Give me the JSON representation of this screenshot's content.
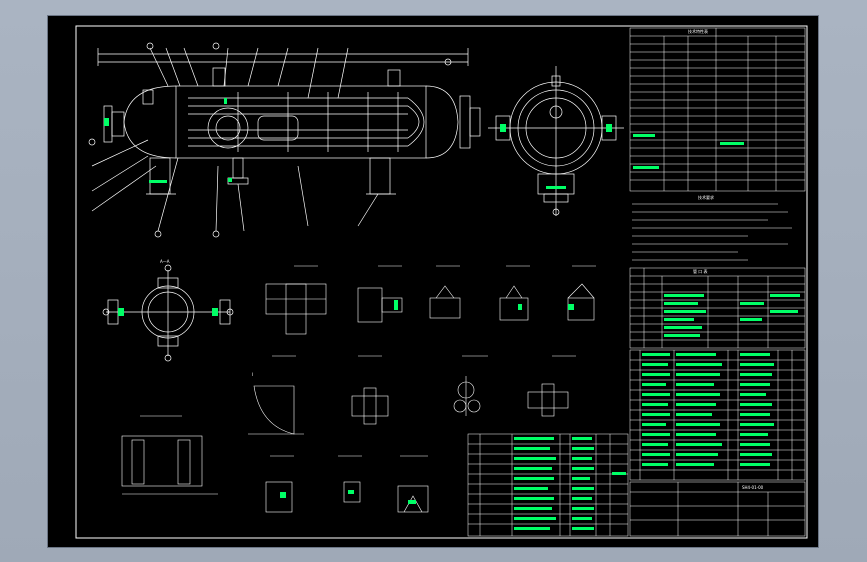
{
  "drawing": {
    "section_label": "A—A",
    "view_label": "I",
    "drawing_no": "SH4-01-00",
    "tech_title": "技术特性表",
    "notes_title": "技术要求",
    "nozzle_title": "管 口 表"
  },
  "colors": {
    "background": "#000000",
    "line": "#ffffff",
    "accent": "#00ff66",
    "chrome": "#a9b3c1"
  }
}
